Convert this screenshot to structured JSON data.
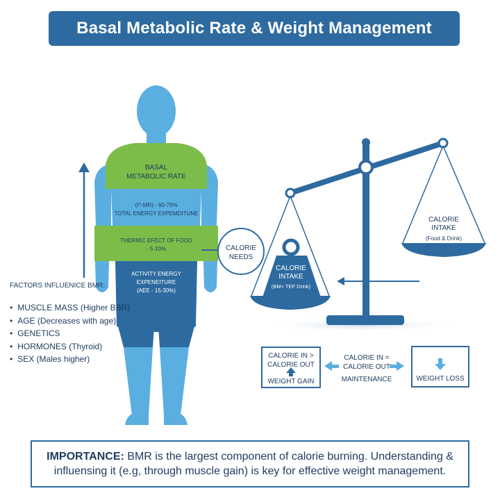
{
  "title": "Basal Metabolic Rate & Weight Management",
  "body_sections": {
    "bmr_line1": "BASAL",
    "bmr_line2": "METABOLIC RATE",
    "bmr_pct_line1": "(I^-MR) - 60-75%",
    "bmr_pct_line2": "TOTAL ENERGY EXPEMDITUNE",
    "tef_line1": "THERMIC EFECT OF FOOD",
    "tef_line2": "- 5-10%",
    "aee_line1": "ACTIVITY ENERGY EXPENEITURE",
    "aee_line2": "(AEE - 15-30%)"
  },
  "calorie_needs": {
    "line1": "CALORIE",
    "line2": "NEEDS"
  },
  "factors": {
    "title": "FACTORS INFLUENICE BMR:",
    "items": [
      "MUSCLE MASS (Higher BBR)",
      "AGE (Decreases with age)",
      "GENETICS",
      "HORMONES (Thyroid)",
      "SEX (Males higher)"
    ]
  },
  "scale": {
    "left_weight_line1": "CALORIE",
    "left_weight_line2": "INTAKE",
    "left_weight_line3": "(BM+ TEF Drink)",
    "right_pan_line1": "CALORIE",
    "right_pan_line2": "INTAKE",
    "right_pan_line3": "(Food & Drink)"
  },
  "outcomes": {
    "gain_line1": "CALORIE IN >",
    "gain_line2": "CALORIE OUT",
    "gain_result": "WEIGHT GAIN",
    "maint_line1": "CALORIE IN =",
    "maint_line2": "CALORIE OUT",
    "maint_result": "MAINTENANCE",
    "loss_result": "WEIGHT LOSS"
  },
  "importance": {
    "label": "IMPORTANCE:",
    "text": " BMR is the largest component of calorie burning. Understanding & influensing it (e.g, through muscle gain) is key for effective weight management."
  },
  "colors": {
    "banner": "#2d6a9f",
    "body_light_blue": "#5aaee0",
    "body_green": "#7cbd4a",
    "body_dark_blue": "#2d6a9f",
    "scale_blue": "#2d6a9f",
    "arrow_light_blue": "#5aaee0"
  }
}
